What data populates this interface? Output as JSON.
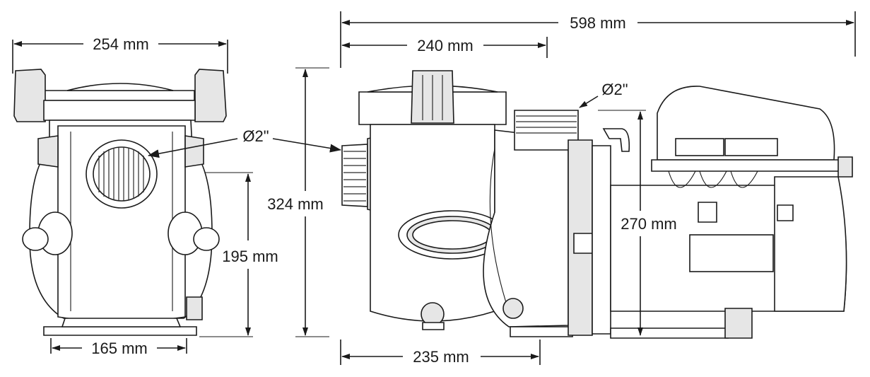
{
  "dimensions": {
    "front_width": "254 mm",
    "front_base": "165 mm",
    "front_height": "195 mm",
    "front_port": "Ø2\"",
    "total_length": "598 mm",
    "pump_length": "240 mm",
    "side_height": "324 mm",
    "base_length": "235 mm",
    "motor_height": "270 mm",
    "outlet_port": "Ø2\""
  },
  "colors": {
    "line": "#1a1a1a",
    "fill": "#ffffff",
    "shade": "#e6e6e6"
  }
}
